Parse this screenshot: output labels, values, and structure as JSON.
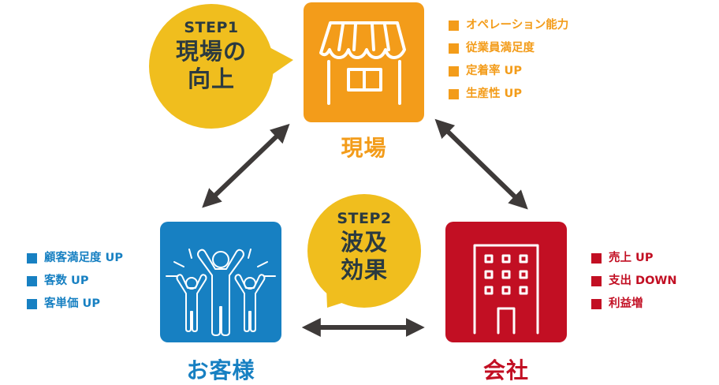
{
  "colors": {
    "shop": "#f39c1a",
    "customer": "#1780c2",
    "company": "#c20f23",
    "bubble": "#f0be1e",
    "bubble_text": "#2b3a40",
    "arrow": "#3e3a39"
  },
  "step1": {
    "step": "STEP1",
    "line1": "現場の",
    "line2": "向上"
  },
  "step2": {
    "step": "STEP2",
    "line1": "波及",
    "line2": "効果"
  },
  "nodes": {
    "shop": {
      "label": "現場",
      "icon": "storefront-icon",
      "items": [
        "オペレーション能力",
        "従業員満足度",
        "定着率 UP",
        "生産性 UP"
      ]
    },
    "customer": {
      "label": "お客様",
      "icon": "cheering-people-icon",
      "items": [
        "顧客満足度 UP",
        "客数 UP",
        "客単価 UP"
      ]
    },
    "company": {
      "label": "会社",
      "icon": "office-building-icon",
      "items": [
        "売上 UP",
        "支出 DOWN",
        "利益増"
      ]
    }
  },
  "arrows": [
    {
      "name": "shop-customer",
      "type": "double-headed"
    },
    {
      "name": "shop-company",
      "type": "double-headed"
    },
    {
      "name": "customer-company",
      "type": "double-headed"
    }
  ]
}
